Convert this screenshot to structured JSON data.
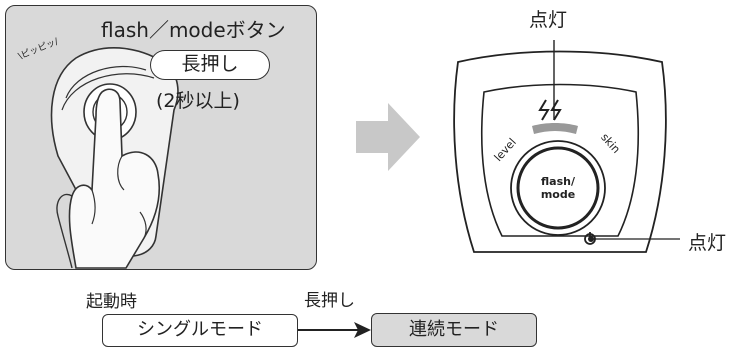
{
  "left_panel": {
    "button_title": "flash／modeボタン",
    "press_label": "長押し",
    "press_duration": "(2秒以上)",
    "beep_text": "\\ピッピッ/"
  },
  "device": {
    "top_callout": "点灯",
    "right_callout": "点灯",
    "center_button": [
      "flash/",
      "mode"
    ],
    "arc_label_left": "level",
    "arc_label_right": "skin",
    "flash_icon": "double-lightning-icon",
    "indicator_icon": "power-indicator-icon"
  },
  "flow": {
    "startup_label": "起動時",
    "long_press_label": "長押し",
    "from_mode": "シングルモード",
    "to_mode": "連続モード"
  },
  "colors": {
    "panel_gray": "#d9d9d9",
    "arrow_gray": "#c8c8c8",
    "bar_gray": "#999999",
    "line_dark": "#222222"
  }
}
